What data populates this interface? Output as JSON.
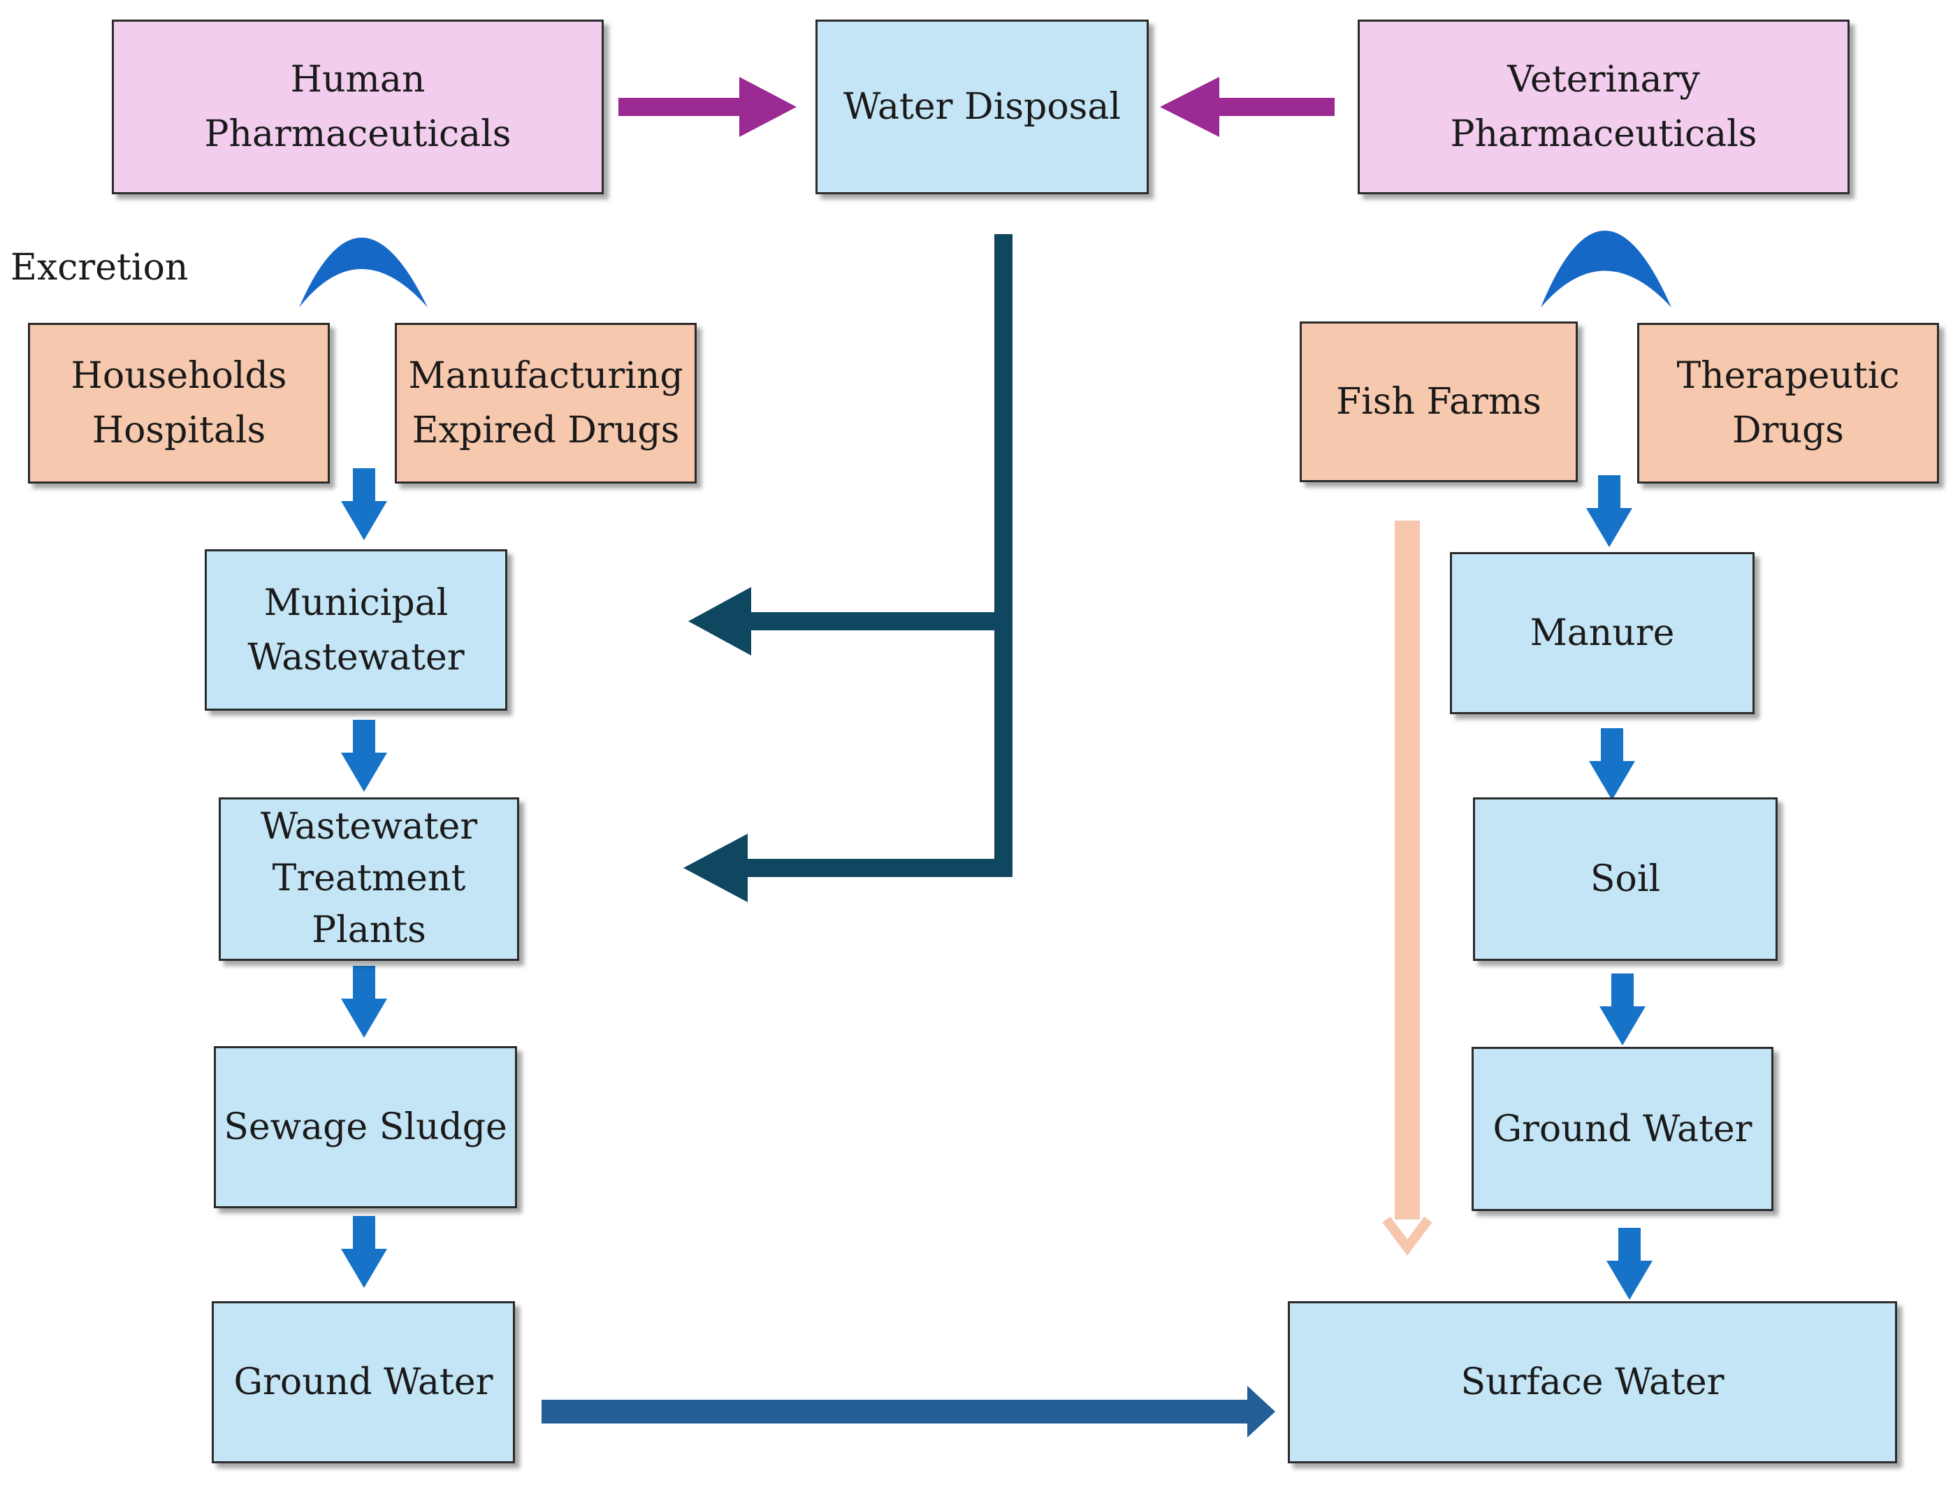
{
  "nodes": {
    "human_pharma": [
      "Human",
      "Pharmaceuticals"
    ],
    "water_disposal": [
      "Water Disposal"
    ],
    "veterinary_pharma": [
      "Veterinary",
      "Pharmaceuticals"
    ],
    "households_hospitals": [
      "Households",
      "Hospitals"
    ],
    "manufacturing_expired": [
      "Manufacturing",
      "Expired  Drugs"
    ],
    "fish_farms": [
      "Fish  Farms"
    ],
    "therapeutic_drugs": [
      "Therapeutic",
      "Drugs"
    ],
    "municipal_wastewater": [
      "Municipal",
      "Wastewater"
    ],
    "wastewater_treatment": [
      "Wastewater",
      "Treatment",
      "Plants"
    ],
    "sewage_sludge": [
      "Sewage Sludge"
    ],
    "ground_water_left": [
      "Ground  Water"
    ],
    "manure": [
      "Manure"
    ],
    "soil": [
      "Soil"
    ],
    "ground_water_right": [
      "Ground  Water"
    ],
    "surface_water": [
      "Surface Water"
    ]
  },
  "labels": {
    "excretion": "Excretion"
  },
  "colors": {
    "pink_fill": "#f2cdee",
    "peach_fill": "#f6c8ad",
    "blue_fill": "#c4e5f5",
    "magenta_arrow": "#9b2a93",
    "flow_arrow": "#1673c8",
    "dark_teal_arrow": "#0f4760",
    "navy_arrow": "#235f96",
    "light_peach_arrow": "#f6c6ad"
  }
}
